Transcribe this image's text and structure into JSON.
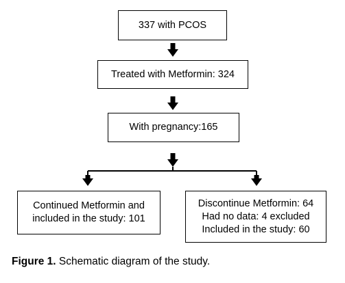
{
  "boxes": {
    "b1": {
      "lines": [
        "337 with PCOS"
      ]
    },
    "b2": {
      "lines": [
        "Treated with Metformin: 324"
      ]
    },
    "b3": {
      "lines": [
        "With pregnancy:165"
      ]
    },
    "b4": {
      "lines": [
        "Continued Metformin and",
        "included in the study: 101"
      ]
    },
    "b5": {
      "lines": [
        "Discontinue Metformin: 64",
        "Had no data: 4 excluded",
        "Included in the study: 60"
      ]
    }
  },
  "caption": {
    "label": "Figure 1.",
    "text": " Schematic diagram of the study."
  },
  "colors": {
    "line": "#000000",
    "background": "#ffffff"
  }
}
